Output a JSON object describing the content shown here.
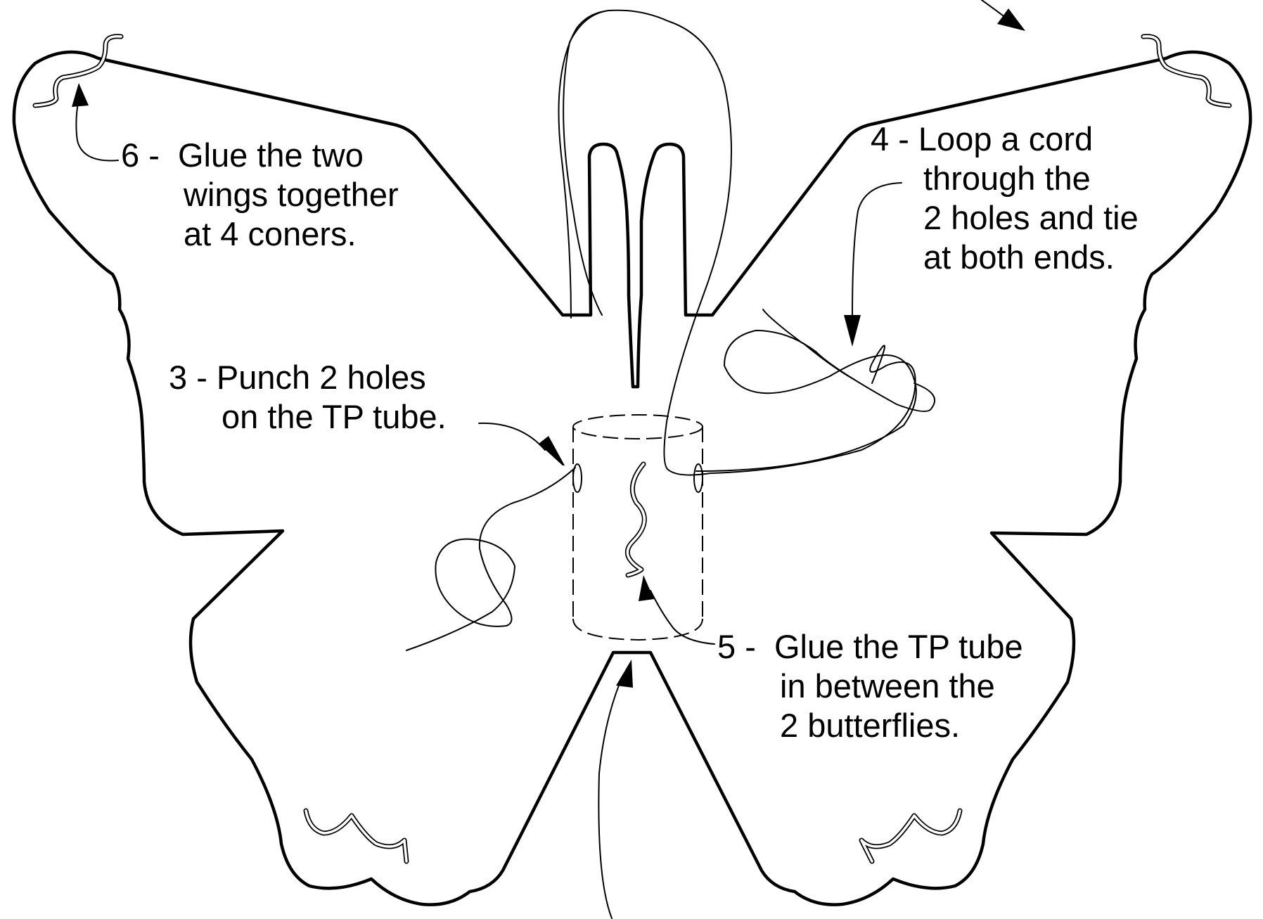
{
  "steps": [
    {
      "number": "3 -",
      "lines": [
        "Punch 2 holes",
        "on the TP tube."
      ]
    },
    {
      "number": "4 -",
      "lines": [
        "Loop a cord",
        "through the",
        "2 holes and tie",
        "at both ends."
      ]
    },
    {
      "number": "5 -",
      "lines": [
        "Glue the TP tube",
        "in between the",
        "2 butterflies."
      ]
    },
    {
      "number": "6 -",
      "lines": [
        "Glue the two",
        "wings together",
        "at 4 coners."
      ]
    }
  ],
  "colors": {
    "line": "#000000",
    "background": "#ffffff"
  }
}
